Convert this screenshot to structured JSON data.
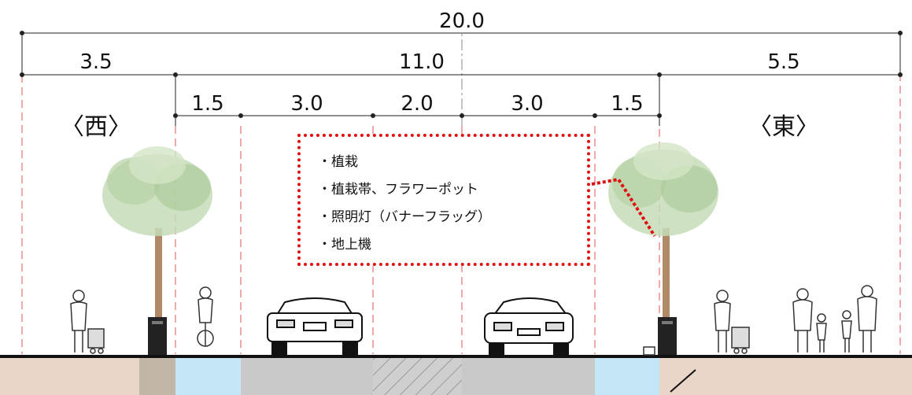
{
  "dimensions": {
    "total": "20.0",
    "west": "3.5",
    "center": "11.0",
    "east": "5.5",
    "west_bike": "1.5",
    "west_lane": "3.0",
    "median": "2.0",
    "east_lane": "3.0",
    "east_bike": "1.5"
  },
  "sides": {
    "west": "〈西〉",
    "east": "〈東〉"
  },
  "note": {
    "items": [
      "・植栽",
      "・植栽帯、フラワーポット",
      "・照明灯（バナーフラッグ）",
      "・地上機"
    ]
  },
  "colors": {
    "sidewalk": "#e9d6c8",
    "bike_lane": "#c5e6f6",
    "road": "#c9c9c9",
    "median": "#cfcfcf",
    "planter": "#c2b6a6",
    "callout": "#e01010",
    "centerline": "#e05555"
  }
}
